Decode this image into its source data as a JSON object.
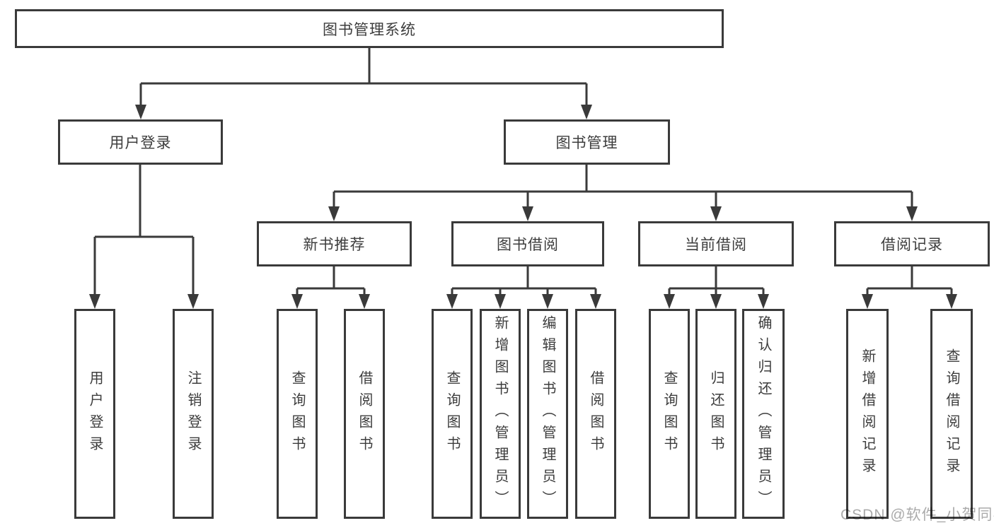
{
  "diagram": {
    "type": "tree",
    "title": "图书管理系统",
    "colors": {
      "line": "#3a3a3a",
      "text": "#3d3d3d",
      "background": "#ffffff",
      "watermark": "#ababab"
    },
    "watermark": "CSDN @软件_小贺同学"
  },
  "tree": {
    "root": {
      "label": "图书管理系统"
    },
    "level2": [
      {
        "label": "用户登录"
      },
      {
        "label": "图书管理"
      }
    ],
    "level3": [
      {
        "label": "新书推荐",
        "parent": "图书管理"
      },
      {
        "label": "图书借阅",
        "parent": "图书管理"
      },
      {
        "label": "当前借阅",
        "parent": "图书管理"
      },
      {
        "label": "借阅记录",
        "parent": "图书管理"
      }
    ],
    "leaves": [
      {
        "label": "用户登录",
        "parent": "用户登录"
      },
      {
        "label": "注销登录",
        "parent": "用户登录"
      },
      {
        "label": "查询图书",
        "parent": "新书推荐"
      },
      {
        "label": "借阅图书",
        "parent": "新书推荐"
      },
      {
        "label": "查询图书",
        "parent": "图书借阅"
      },
      {
        "label": "新增图书（管理员）",
        "parent": "图书借阅"
      },
      {
        "label": "编辑图书（管理员）",
        "parent": "图书借阅"
      },
      {
        "label": "借阅图书",
        "parent": "图书借阅"
      },
      {
        "label": "查询图书",
        "parent": "当前借阅"
      },
      {
        "label": "归还图书",
        "parent": "当前借阅"
      },
      {
        "label": "确认归还（管理员）",
        "parent": "当前借阅"
      },
      {
        "label": "新增借阅记录",
        "parent": "借阅记录"
      },
      {
        "label": "查询借阅记录",
        "parent": "借阅记录"
      }
    ]
  }
}
